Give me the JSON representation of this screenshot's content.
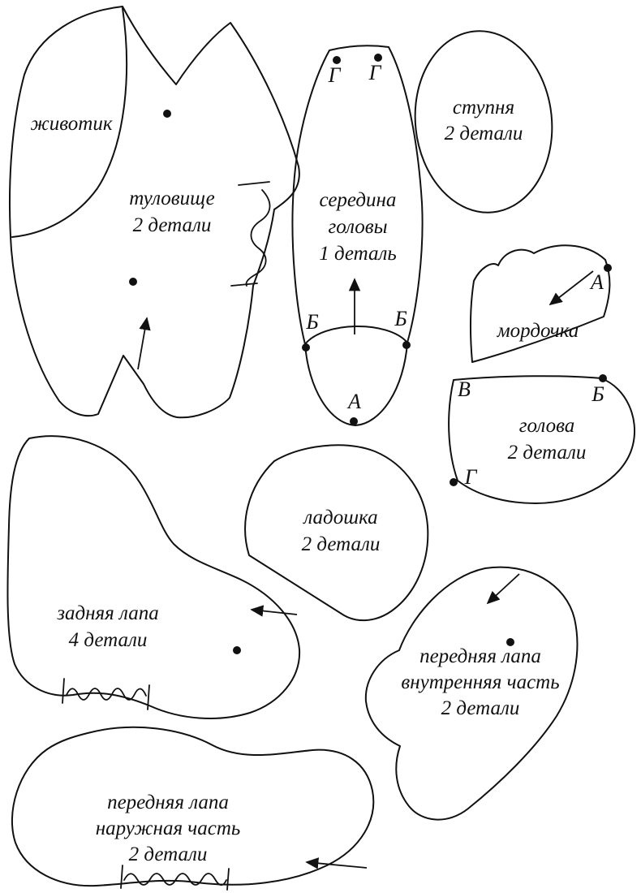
{
  "pattern": {
    "pieces": {
      "tummy": {
        "label": "животик"
      },
      "body": {
        "name": "туловище",
        "count": "2 детали"
      },
      "head_middle": {
        "line1": "середина",
        "line2": "головы",
        "count": "1 деталь"
      },
      "foot": {
        "name": "ступня",
        "count": "2 детали"
      },
      "muzzle": {
        "name": "мордочка"
      },
      "head_side": {
        "name": "голова",
        "count": "2 детали"
      },
      "palm": {
        "name": "ладошка",
        "count": "2 детали"
      },
      "back_paw": {
        "name": "задняя лапа",
        "count": "4 детали"
      },
      "front_paw_inner": {
        "name": "передняя лапа",
        "part": "внутренняя часть",
        "count": "2 детали"
      },
      "front_paw_outer": {
        "name": "передняя лапа",
        "part": "наружная часть",
        "count": "2 детали"
      }
    },
    "markers": {
      "a": "А",
      "b": "Б",
      "v": "В",
      "g": "Г"
    },
    "colors": {
      "line": "#111111",
      "background": "#ffffff"
    }
  }
}
